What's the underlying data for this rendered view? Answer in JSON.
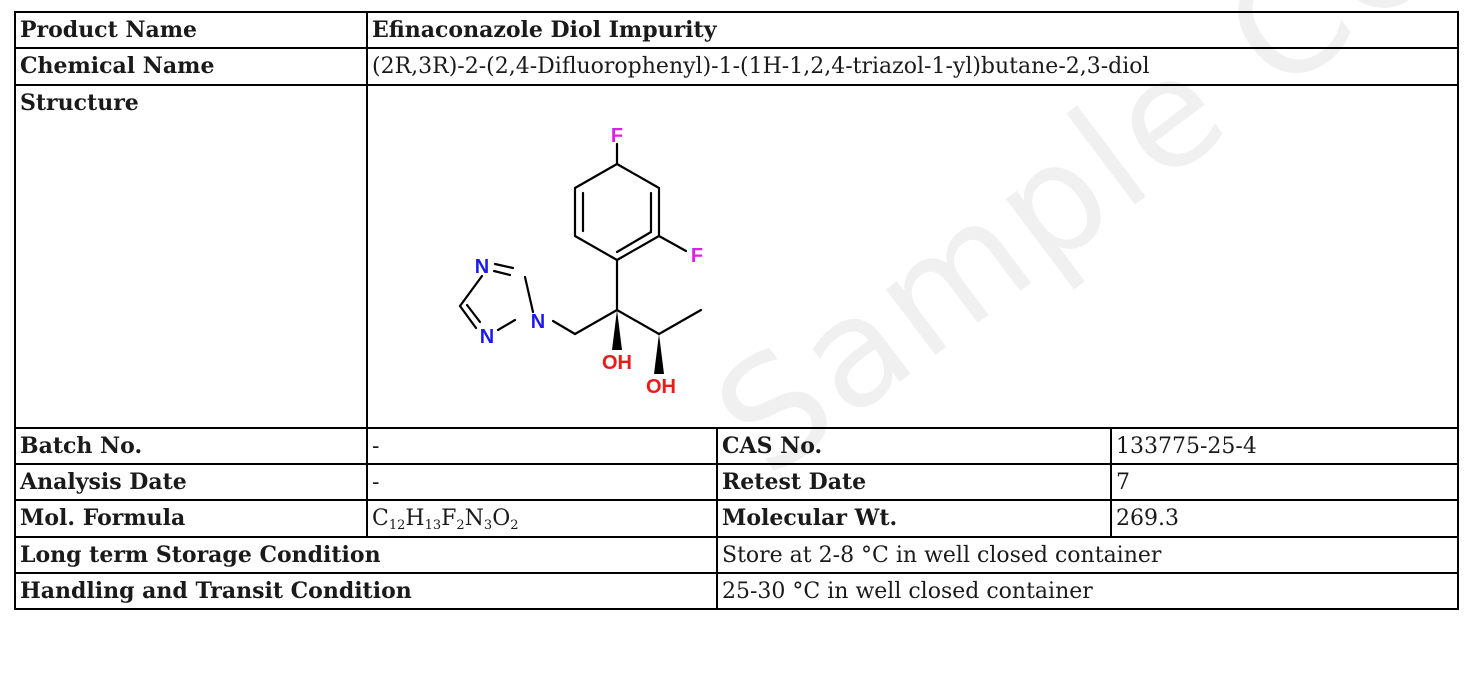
{
  "watermark": "Sample COA",
  "product": {
    "label": "Product Name",
    "value": "Efinaconazole Diol Impurity"
  },
  "chemical": {
    "label": "Chemical Name",
    "value": "(2R,3R)-2-(2,4-Difluorophenyl)-1-(1H-1,2,4-triazol-1-yl)butane-2,3-diol"
  },
  "structure": {
    "label": "Structure",
    "atoms": {
      "f_top": "F",
      "f_right": "F",
      "n1": "N",
      "n2": "N",
      "n3": "N",
      "oh1": "OH",
      "oh2": "OH"
    },
    "colors": {
      "fluorine": "#e020e0",
      "nitrogen": "#1a1aee",
      "oxygen": "#ee1a1a"
    }
  },
  "batch": {
    "label": "Batch No.",
    "value": "-"
  },
  "cas": {
    "label": "CAS No.",
    "value": "133775-25-4"
  },
  "analysis_date": {
    "label": "Analysis Date",
    "value": "-"
  },
  "retest_date": {
    "label": "Retest Date",
    "value": "7"
  },
  "formula": {
    "label": "Mol. Formula",
    "parts": [
      "C",
      "12",
      "H",
      "13",
      "F",
      "2",
      "N",
      "3",
      "O",
      "2"
    ]
  },
  "mol_wt": {
    "label": "Molecular Wt.",
    "value": "269.3"
  },
  "storage": {
    "label": "Long term Storage Condition",
    "value": "Store at 2-8 °C in well closed container"
  },
  "transit": {
    "label": "Handling and Transit Condition",
    "value": "25-30 °C in well closed container"
  }
}
